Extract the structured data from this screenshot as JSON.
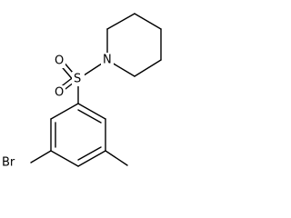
{
  "molecule": {
    "atoms": [
      {
        "id": "O1",
        "label": "O"
      },
      {
        "id": "O2",
        "label": "O"
      },
      {
        "id": "S1",
        "label": "S"
      },
      {
        "id": "N1",
        "label": "N"
      },
      {
        "id": "Br1",
        "label": "Br"
      }
    ]
  }
}
